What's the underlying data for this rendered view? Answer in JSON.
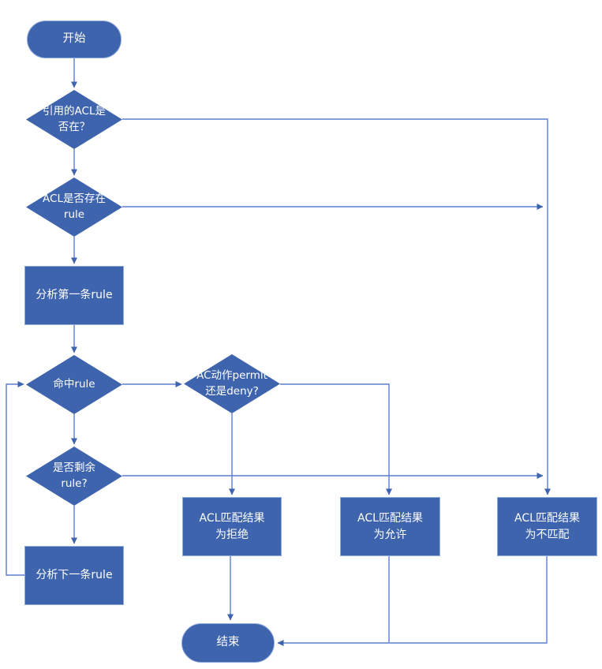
{
  "colors": {
    "background": "#ffffff",
    "shape_fill": "#3f64ae",
    "shape_border": "#8faadc",
    "connector": "#5b7ecf",
    "arrow": "#3f64ae",
    "text": "#ffffff"
  },
  "nodes": {
    "start": {
      "label": "开始"
    },
    "check_acl_exists": {
      "label": "引用的ACL是\n否在？"
    },
    "check_acl_has_rule": {
      "label": "ACL是否存在\nrule"
    },
    "analyze_first_rule": {
      "label": "分析第一条rule"
    },
    "hit_rule": {
      "label": "命中rule"
    },
    "action_permit_or_deny": {
      "label": "AC动作permit\n还是deny?"
    },
    "remaining_rule": {
      "label": "是否剩余\nrule?"
    },
    "analyze_next_rule": {
      "label": "分析下一条rule"
    },
    "result_deny": {
      "label": "ACL匹配结果\n为拒绝"
    },
    "result_permit": {
      "label": "ACL匹配结果\n为允许"
    },
    "result_no_match": {
      "label": "ACL匹配结果\n为不匹配"
    },
    "end": {
      "label": "结束"
    }
  }
}
